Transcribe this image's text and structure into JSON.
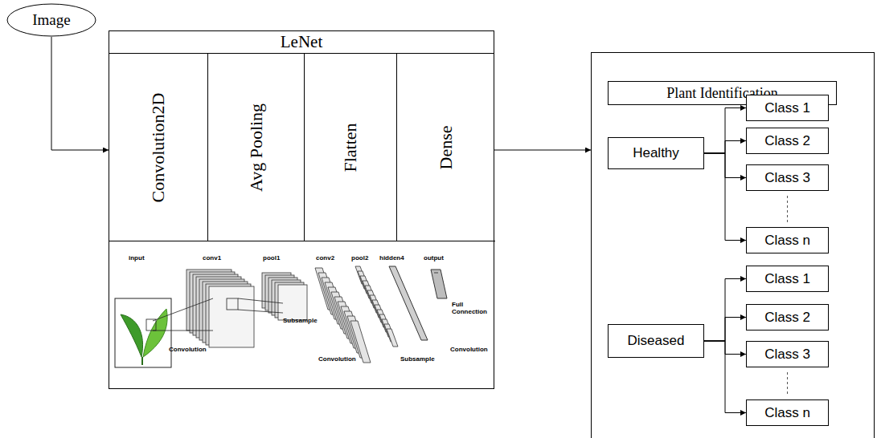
{
  "diagram": {
    "nodes": [
      {
        "text": [
          "Image"
        ]
      },
      {
        "text": [
          "LeNet"
        ]
      },
      {
        "text": [
          "Convolution2D"
        ],
        "in": 1
      },
      {
        "text": [
          "Avg Pooling"
        ],
        "in": 1
      },
      {
        "text": [
          "Flatten"
        ],
        "in": 1
      },
      {
        "text": [
          "Dense"
        ],
        "in": 1
      },
      {
        "text": [
          "Plant Identification"
        ]
      },
      {
        "text": [
          "Healthy"
        ],
        "in": 6
      },
      {
        "text": [
          "Class 1"
        ],
        "in": 6
      },
      {
        "text": [
          "Class 2"
        ],
        "in": 6
      },
      {
        "text": [
          "Class 3"
        ],
        "in": 6
      },
      {
        "text": [
          "Class n"
        ],
        "in": 6
      },
      {
        "text": [
          "Diseased"
        ],
        "in": 6
      },
      {
        "text": [
          "Class 1"
        ],
        "in": 6
      },
      {
        "text": [
          "Class 2"
        ],
        "in": 6
      },
      {
        "text": [
          "Class 3"
        ],
        "in": 6
      },
      {
        "text": [
          "Class n"
        ],
        "in": 6
      }
    ],
    "edges": [
      {
        "from": 0,
        "to": 1,
        "arrow": "to"
      },
      {
        "from": 1,
        "to": 6,
        "arrow": "to"
      },
      {
        "from": 7,
        "to": 8,
        "arrow": "to"
      },
      {
        "from": 7,
        "to": 9,
        "arrow": "to"
      },
      {
        "from": 7,
        "to": 10,
        "arrow": "to"
      },
      {
        "from": 7,
        "to": 11,
        "arrow": "to"
      },
      {
        "from": 12,
        "to": 13,
        "arrow": "to"
      },
      {
        "from": 12,
        "to": 14,
        "arrow": "to"
      },
      {
        "from": 12,
        "to": 15,
        "arrow": "to"
      },
      {
        "from": 12,
        "to": 16,
        "arrow": "to"
      }
    ],
    "labels": [
      "input",
      "conv1",
      "pool1",
      "conv2",
      "pool2",
      "hidden4",
      "output",
      "Convolution",
      "Subsample",
      "Convolution",
      "Subsample",
      "Full Connection",
      "Convolution"
    ]
  }
}
